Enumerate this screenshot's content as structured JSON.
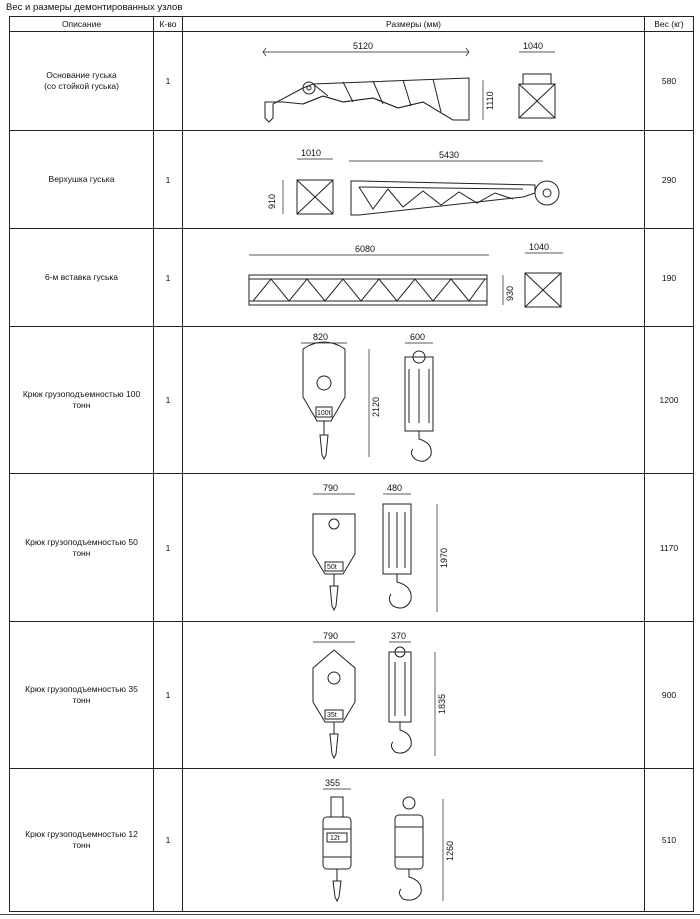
{
  "title": "Вес и размеры демонтированных узлов",
  "headers": {
    "description": "Описание",
    "qty": "К-во",
    "dimensions": "Размеры (мм)",
    "weight": "Вес (кг)"
  },
  "rows": [
    {
      "desc1": "Основание гуська",
      "desc2": "(со стойкой гуська)",
      "qty": "1",
      "weight": "580",
      "dims": {
        "a": "5120",
        "b": "1040",
        "c": "1110"
      }
    },
    {
      "desc1": "Верхушка гуська",
      "desc2": "",
      "qty": "1",
      "weight": "290",
      "dims": {
        "a": "1010",
        "b": "5430",
        "c": "910"
      }
    },
    {
      "desc1": "6-м вставка гуська",
      "desc2": "",
      "qty": "1",
      "weight": "190",
      "dims": {
        "a": "6080",
        "b": "1040",
        "c": "930"
      }
    },
    {
      "desc1": "Крюк грузоподъемностью 100",
      "desc2": "тонн",
      "qty": "1",
      "weight": "1200",
      "dims": {
        "a": "820",
        "b": "600",
        "c": "2120"
      },
      "plate": "100t"
    },
    {
      "desc1": "Крюк грузоподъемностью 50",
      "desc2": "тонн",
      "qty": "1",
      "weight": "1170",
      "dims": {
        "a": "790",
        "b": "480",
        "c": "1970"
      },
      "plate": "50t"
    },
    {
      "desc1": "Крюк грузоподъемностью 35",
      "desc2": "тонн",
      "qty": "1",
      "weight": "900",
      "dims": {
        "a": "790",
        "b": "370",
        "c": "1835"
      },
      "plate": "35t"
    },
    {
      "desc1": "Крюк грузоподъемностью 12",
      "desc2": "тонн",
      "qty": "1",
      "weight": "510",
      "dims": {
        "a": "355",
        "b": "1260"
      },
      "plate": "12t"
    }
  ]
}
